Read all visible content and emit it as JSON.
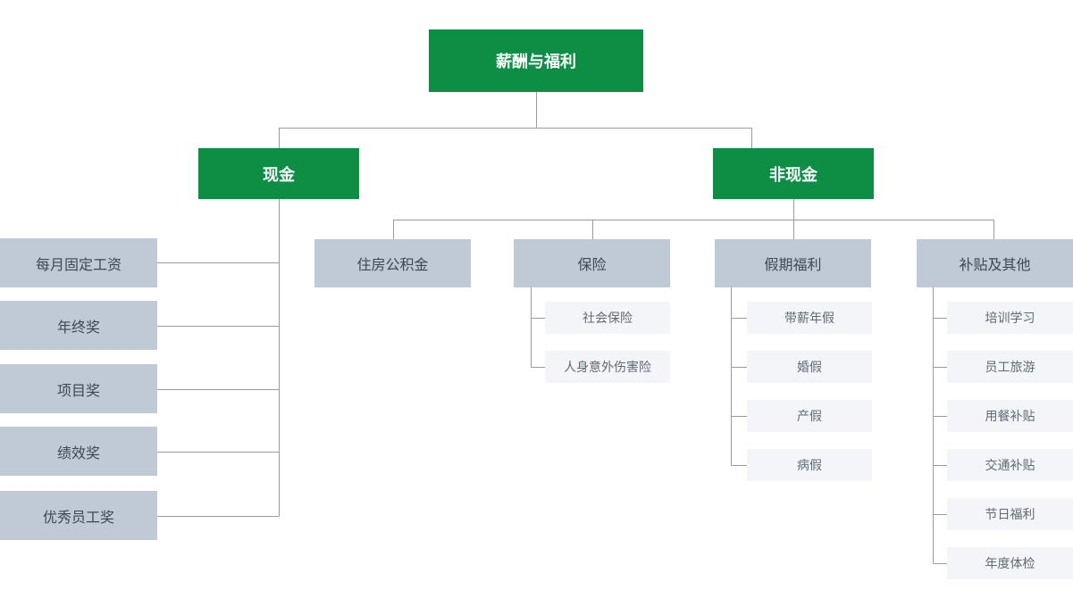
{
  "colors": {
    "primary_green": "#0c8f44",
    "node_gray": "#c0cad7",
    "node_light": "#f3f5f9",
    "connector_line": "#9b9b9b",
    "text_on_green": "#ffffff",
    "text_gray_node": "#3f4751",
    "text_light_node": "#5f6a73"
  },
  "tree": {
    "root": {
      "label": "薪酬与福利"
    },
    "branches": [
      {
        "label": "现金",
        "children": [
          "每月固定工资",
          "年终奖",
          "项目奖",
          "绩效奖",
          "优秀员工奖"
        ]
      },
      {
        "label": "非现金",
        "children": [
          {
            "label": "住房公积金",
            "children": []
          },
          {
            "label": "保险",
            "children": [
              "社会保险",
              "人身意外伤害险"
            ]
          },
          {
            "label": "假期福利",
            "children": [
              "带薪年假",
              "婚假",
              "产假",
              "病假"
            ]
          },
          {
            "label": "补贴及其他",
            "children": [
              "培训学习",
              "员工旅游",
              "用餐补贴",
              "交通补贴",
              "节日福利",
              "年度体检"
            ]
          }
        ]
      }
    ]
  }
}
